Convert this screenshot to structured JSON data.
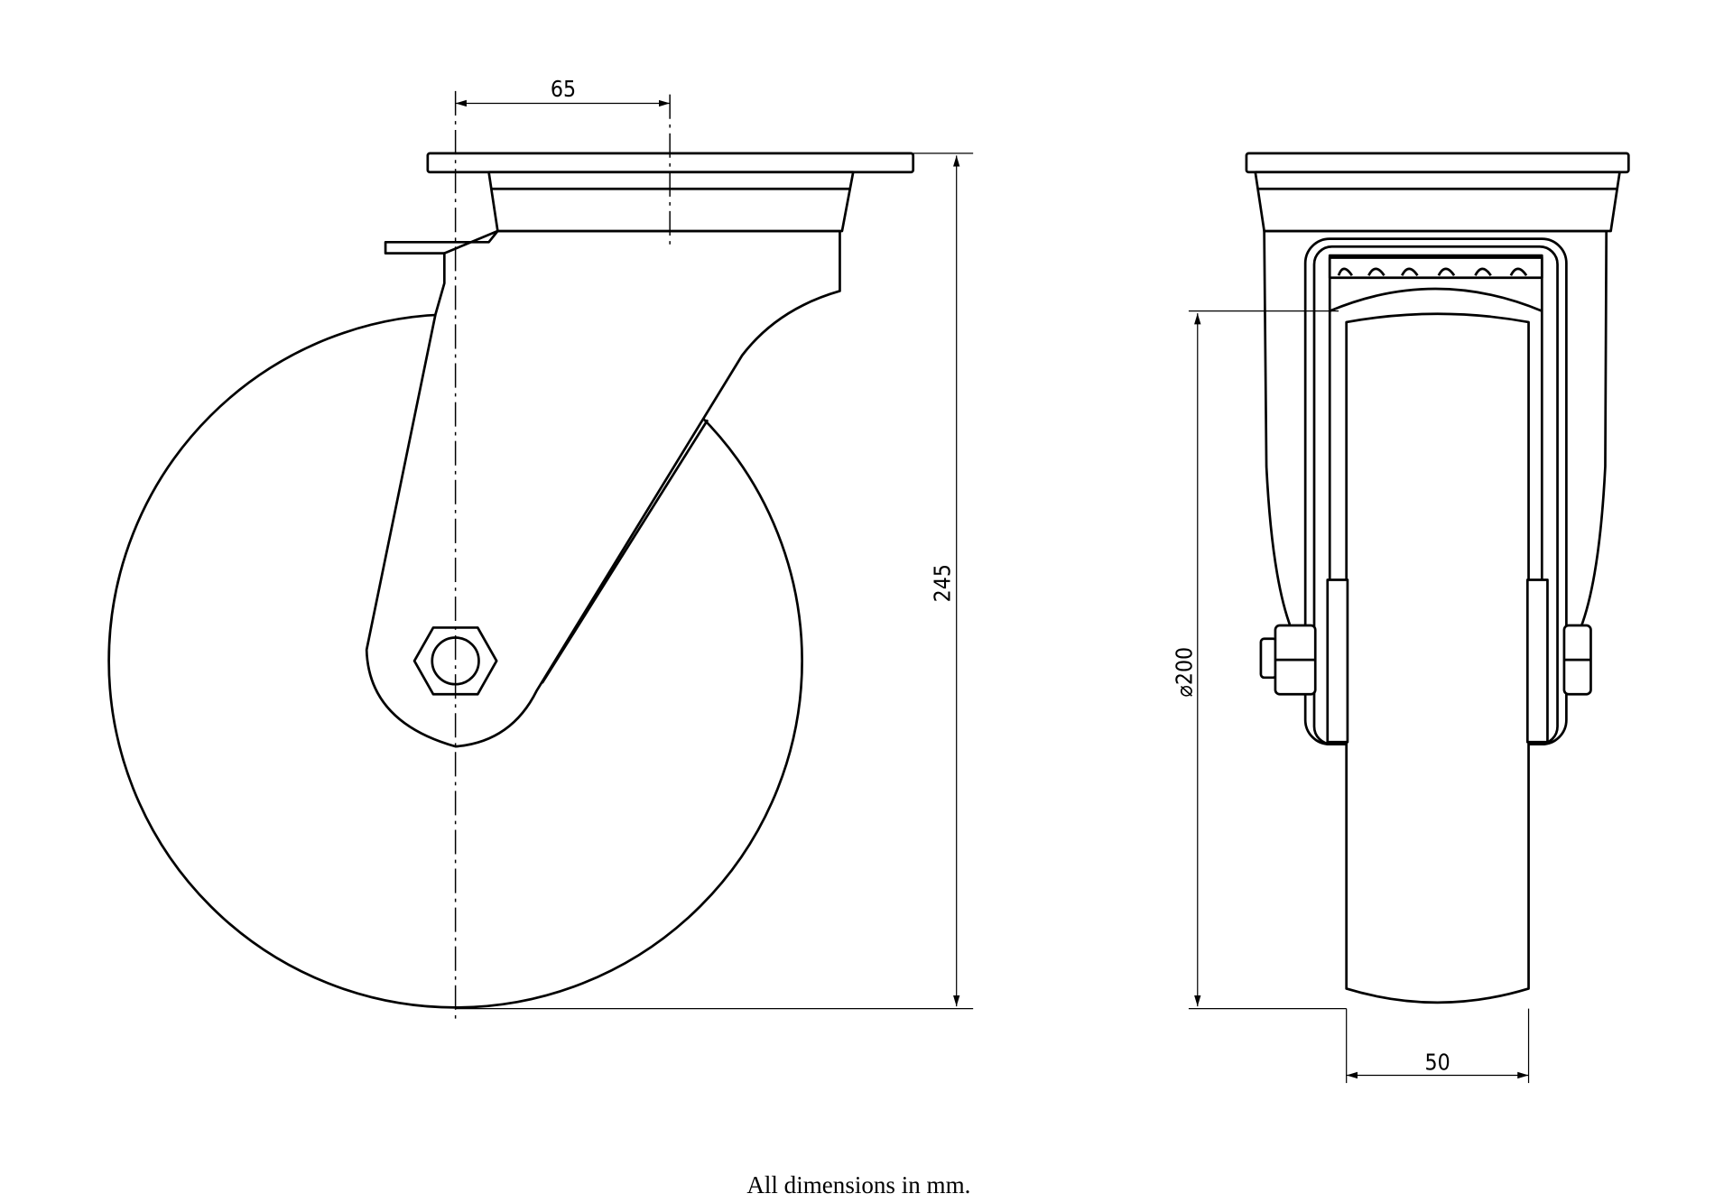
{
  "dimensions": {
    "offset": "65",
    "total_height": "245",
    "wheel_diameter": "⌀200",
    "wheel_width": "50"
  },
  "footer": {
    "note": "All dimensions in mm."
  },
  "colors": {
    "line": "#000000",
    "background": "#ffffff"
  }
}
